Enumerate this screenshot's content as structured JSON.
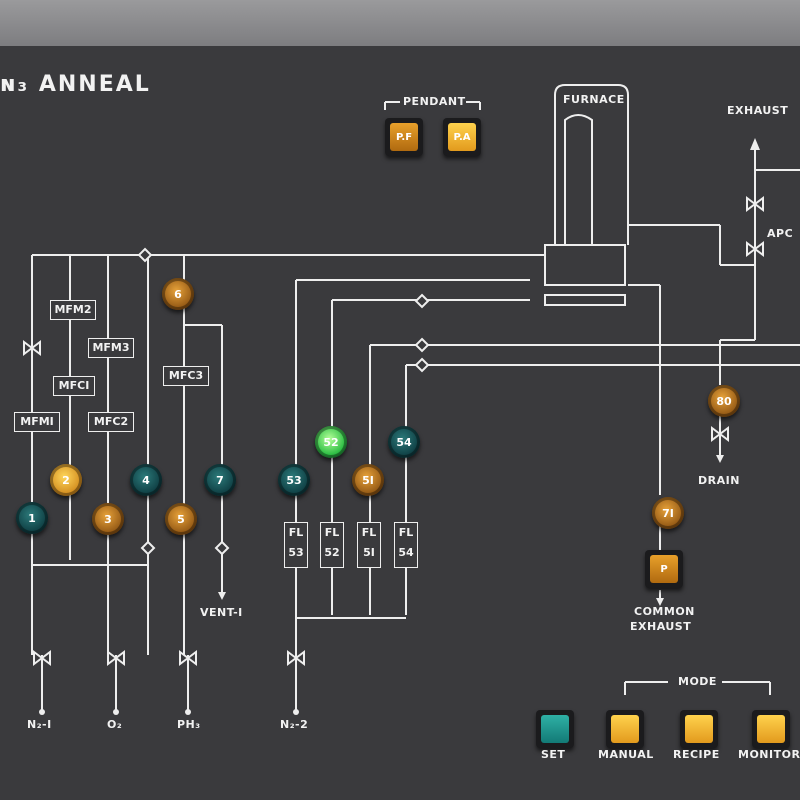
{
  "panel": {
    "title": "ɴ₃ ANNEAL",
    "pendant_label": "PENDANT",
    "furnace_label": "FURNACE",
    "exhaust_label": "EXHAUST",
    "apc_label": "APC",
    "drain_label": "DRAIN",
    "common_exhaust_line1": "COMMON",
    "common_exhaust_line2": "EXHAUST",
    "vent_label": "VENT-I",
    "mode_label": "MODE"
  },
  "pendant_buttons": [
    {
      "id": "pf",
      "label": "P.F"
    },
    {
      "id": "pa",
      "label": "P.A"
    }
  ],
  "flow_devices": [
    {
      "id": "mfm2",
      "label": "MFM2"
    },
    {
      "id": "mfm3",
      "label": "MFM3"
    },
    {
      "id": "mfc1",
      "label": "MFCI"
    },
    {
      "id": "mfc3",
      "label": "MFC3"
    },
    {
      "id": "mfm1",
      "label": "MFMI"
    },
    {
      "id": "mfc2",
      "label": "MFC2"
    }
  ],
  "flow_lines": [
    {
      "id": "fl53",
      "line1": "FL",
      "line2": "53"
    },
    {
      "id": "fl52",
      "line1": "FL",
      "line2": "52"
    },
    {
      "id": "fl51",
      "line1": "FL",
      "line2": "5I"
    },
    {
      "id": "fl54",
      "line1": "FL",
      "line2": "54"
    }
  ],
  "valves": [
    {
      "id": "1",
      "label": "1",
      "color": "teal"
    },
    {
      "id": "2",
      "label": "2",
      "color": "amber-bright"
    },
    {
      "id": "3",
      "label": "3",
      "color": "amber"
    },
    {
      "id": "4",
      "label": "4",
      "color": "teal"
    },
    {
      "id": "5",
      "label": "5",
      "color": "amber"
    },
    {
      "id": "6",
      "label": "6",
      "color": "amber"
    },
    {
      "id": "7",
      "label": "7",
      "color": "teal"
    },
    {
      "id": "53",
      "label": "53",
      "color": "teal"
    },
    {
      "id": "52",
      "label": "52",
      "color": "green"
    },
    {
      "id": "51",
      "label": "5I",
      "color": "amber"
    },
    {
      "id": "54",
      "label": "54",
      "color": "teal"
    },
    {
      "id": "80",
      "label": "80",
      "color": "amber"
    },
    {
      "id": "71",
      "label": "7I",
      "color": "amber"
    }
  ],
  "pump_button_label": "P",
  "gas_sources": [
    {
      "id": "n2_1",
      "label": "N₂-I"
    },
    {
      "id": "o2",
      "label": "O₂"
    },
    {
      "id": "ph3",
      "label": "PH₃"
    },
    {
      "id": "n2_2",
      "label": "N₂-2"
    }
  ],
  "mode_buttons": [
    {
      "id": "set",
      "label": "SET",
      "color": "teal"
    },
    {
      "id": "manual",
      "label": "MANUAL",
      "color": "amber"
    },
    {
      "id": "recipe",
      "label": "RECIPE",
      "color": "amber"
    },
    {
      "id": "monitor",
      "label": "MONITOR",
      "color": "amber"
    }
  ],
  "colors": {
    "panel": "#3a3a3d",
    "line": "#f0f0f0",
    "amber": "#e29a1d",
    "teal": "#137a76",
    "green": "#2fbf45"
  }
}
